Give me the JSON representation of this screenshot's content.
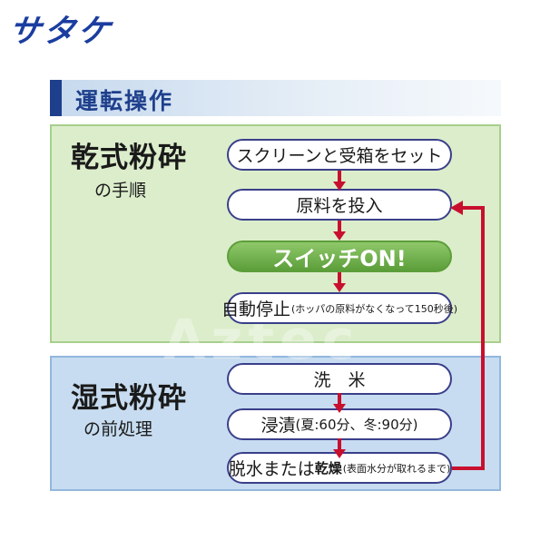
{
  "brand": {
    "logo_text": "サタケ"
  },
  "section": {
    "title": "運転操作"
  },
  "dry": {
    "title": "乾式粉砕",
    "subtitle": "の手順",
    "steps": [
      {
        "text": "スクリーンと受箱をセット"
      },
      {
        "text": "原料を投入"
      },
      {
        "text": "スイッチON!"
      },
      {
        "main": "自動停止",
        "note": "(ホッパの原料がなくなって150秒後)"
      }
    ]
  },
  "wet": {
    "title": "湿式粉砕",
    "subtitle": "の前処理",
    "steps": [
      {
        "text": "洗　米"
      },
      {
        "main": "浸漬",
        "note": "(夏:60分、冬:90分)"
      },
      {
        "main": "脱水または",
        "cap": "乾燥",
        "note": "(表面水分が取れるまで)"
      }
    ]
  },
  "watermark": {
    "text": "Aztec"
  },
  "colors": {
    "flow_arrow": "#c8102e",
    "brand": "#1a3da0",
    "dry_panel": "#dcedcb",
    "wet_panel": "#c7dcf0"
  }
}
